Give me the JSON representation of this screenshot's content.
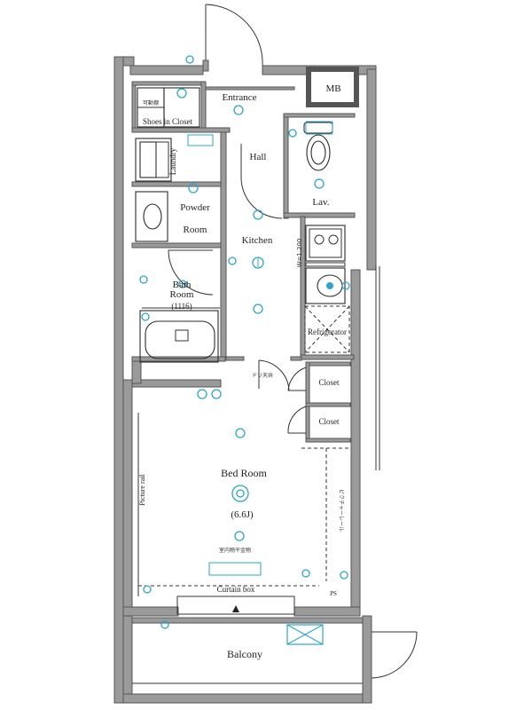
{
  "rooms": {
    "mb": "MB",
    "entrance": "Entrance",
    "shoes_closet": "Shoes in Closet",
    "shoes_closet_jp": "可動棚",
    "hall": "Hall",
    "lav": "Lav.",
    "laundry": "Laundry",
    "powder_room_l1": "Powder",
    "powder_room_l2": "Room",
    "kitchen": "Kitchen",
    "kitchen_width": "W=1,200",
    "bath_room_l1": "Bath",
    "bath_room_l2": "Room",
    "bath_size": "(1116)",
    "refrigerator": "Refrigerator",
    "closet_1": "Closet",
    "closet_2": "Closet",
    "hatch": "ドリ天井",
    "bed_room": "Bed Room",
    "bed_room_size": "(6.6J)",
    "picture_rail": "Picture rail",
    "picture_rail_right": "ピクチャーレール",
    "indoor_unit": "室内物干金物",
    "curtain_box": "Curtain box",
    "ps": "PS",
    "balcony": "Balcony"
  },
  "colors": {
    "wall": "#9a9a9a",
    "line": "#2b2b2b",
    "electrical": "#2aa6c9"
  }
}
